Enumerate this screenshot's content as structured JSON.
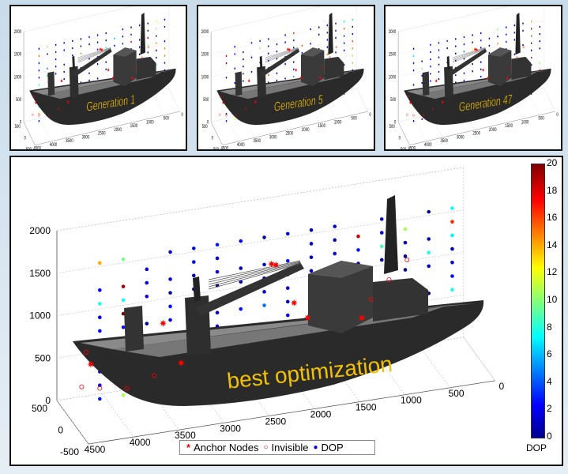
{
  "colors": {
    "hull": "#2a2a2a",
    "deck": "#8a8a8a",
    "label": "#f2c200",
    "anchor": "#ff0000"
  },
  "panels": [
    {
      "label": "Generation 1"
    },
    {
      "label": "Generation 5"
    },
    {
      "label": "Generation 47"
    }
  ],
  "chart_data": {
    "type": "scatter",
    "title": "best optimization",
    "x_ticks": [
      "0",
      "500",
      "1000",
      "1500",
      "2000",
      "2500",
      "3000",
      "3500",
      "4000",
      "4500"
    ],
    "x_tick_values": [
      0,
      500,
      1000,
      1500,
      2000,
      2500,
      3000,
      3500,
      4000,
      4500
    ],
    "y_ticks": [
      "-500",
      "0",
      "500"
    ],
    "y_tick_values": [
      -500,
      0,
      500
    ],
    "z_ticks": [
      "0",
      "500",
      "1000",
      "1500",
      "2000"
    ],
    "z_tick_values": [
      0,
      500,
      1000,
      1500,
      2000
    ],
    "xlim": [
      0,
      4500
    ],
    "ylim": [
      -500,
      500
    ],
    "zlim": [
      0,
      2000
    ],
    "grid": true,
    "legend": {
      "position": "bottom",
      "entries": [
        "Anchor Nodes",
        "Invisible",
        "DOP"
      ]
    },
    "colorbar": {
      "label": "DOP",
      "ticks": [
        "0",
        "2",
        "4",
        "6",
        "8",
        "10",
        "12",
        "14",
        "16",
        "18",
        "20"
      ],
      "range": [
        0,
        20
      ]
    },
    "dop_grid": {
      "x_start": 300,
      "x_end": 4200,
      "x_step": 260,
      "z_start": 300,
      "z_end": 1900,
      "z_step": 160,
      "y": 0
    },
    "anchor_nodes": [
      [
        2300,
        0,
        1500
      ],
      [
        2250,
        0,
        1480
      ],
      [
        3500,
        0,
        1000
      ],
      [
        2050,
        0,
        1000
      ],
      [
        4300,
        0,
        650
      ],
      [
        3300,
        0,
        500
      ],
      [
        1900,
        0,
        800
      ],
      [
        1300,
        0,
        700
      ]
    ],
    "invisible_nodes": [
      [
        4400,
        0,
        400
      ],
      [
        4200,
        0,
        350
      ],
      [
        3900,
        0,
        300
      ],
      [
        4350,
        0,
        800
      ],
      [
        3600,
        0,
        400
      ],
      [
        1000,
        0,
        1100
      ],
      [
        1200,
        0,
        900
      ],
      [
        800,
        0,
        1300
      ]
    ]
  }
}
